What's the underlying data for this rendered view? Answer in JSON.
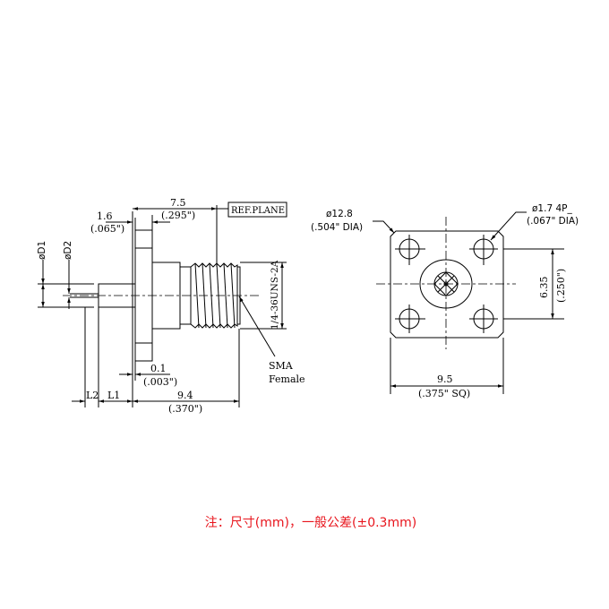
{
  "side_view": {
    "dim_7_5": "7.5",
    "dim_7_5_in": "(.295\")",
    "ref_plane": "REF.PLANE",
    "dim_1_6": "1.6",
    "dim_1_6_in": "(.065\")",
    "d1": "øD1",
    "d2": "øD2",
    "thread": "1/4-36UNS-2A",
    "sma_label": "SMA",
    "female_label": "Female",
    "dim_0_1": "0.1",
    "dim_0_1_in": "(.003\")",
    "l2": "L2",
    "l1": "L1",
    "dim_9_4": "9.4",
    "dim_9_4_in": "(.370\")"
  },
  "front_view": {
    "dia_12_8": "ø12.8",
    "dia_12_8_in": "(.504\" DIA)",
    "hole": "ø1.7  4P_",
    "hole_in": "(.067\"  DIA)",
    "dim_6_35": "6.35",
    "dim_6_35_in": "(.250\")",
    "dim_9_5": "9.5",
    "dim_9_5_in": "(.375\"   SQ)"
  },
  "note": "注：尺寸(mm)，一般公差(±0.3mm)",
  "colors": {
    "note": "#e8141c",
    "line": "#000000"
  }
}
